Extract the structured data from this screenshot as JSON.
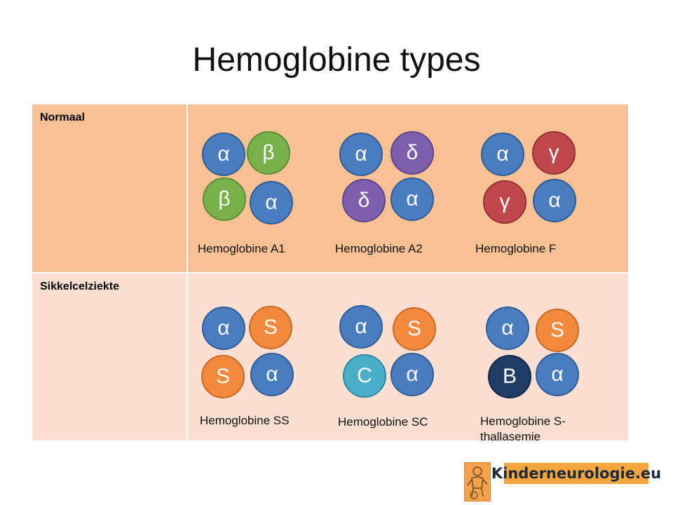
{
  "title": "Hemoglobine types",
  "rows": [
    {
      "label": "Normaal",
      "groups": [
        {
          "caption": "Hemoglobine A1",
          "subunits": [
            "α",
            "β",
            "β",
            "α"
          ]
        },
        {
          "caption": "Hemoglobine A2",
          "subunits": [
            "α",
            "δ",
            "δ",
            "α"
          ]
        },
        {
          "caption": "Hemoglobine F",
          "subunits": [
            "α",
            "γ",
            "γ",
            "α"
          ]
        }
      ]
    },
    {
      "label": "Sikkelcelziekte",
      "groups": [
        {
          "caption": "Hemoglobine SS",
          "subunits": [
            "α",
            "S",
            "S",
            "α"
          ]
        },
        {
          "caption": "Hemoglobine SC",
          "subunits": [
            "α",
            "S",
            "C",
            "α"
          ]
        },
        {
          "caption": "Hemoglobine S-thallasemie",
          "subunits": [
            "α",
            "S",
            "B",
            "α"
          ]
        }
      ]
    }
  ],
  "logo": {
    "text": "Kinderneurologie.eu",
    "icon": "child-drawing-icon"
  },
  "colors": {
    "normal_row": "#f8c194",
    "sickle_row": "#fbdfd3",
    "alpha": "#4a7cc0",
    "beta": "#79b04c",
    "delta": "#7d5fad",
    "gamma": "#c0474b",
    "S": "#f2893d",
    "C": "#4aaec9",
    "B": "#1f3d66"
  }
}
